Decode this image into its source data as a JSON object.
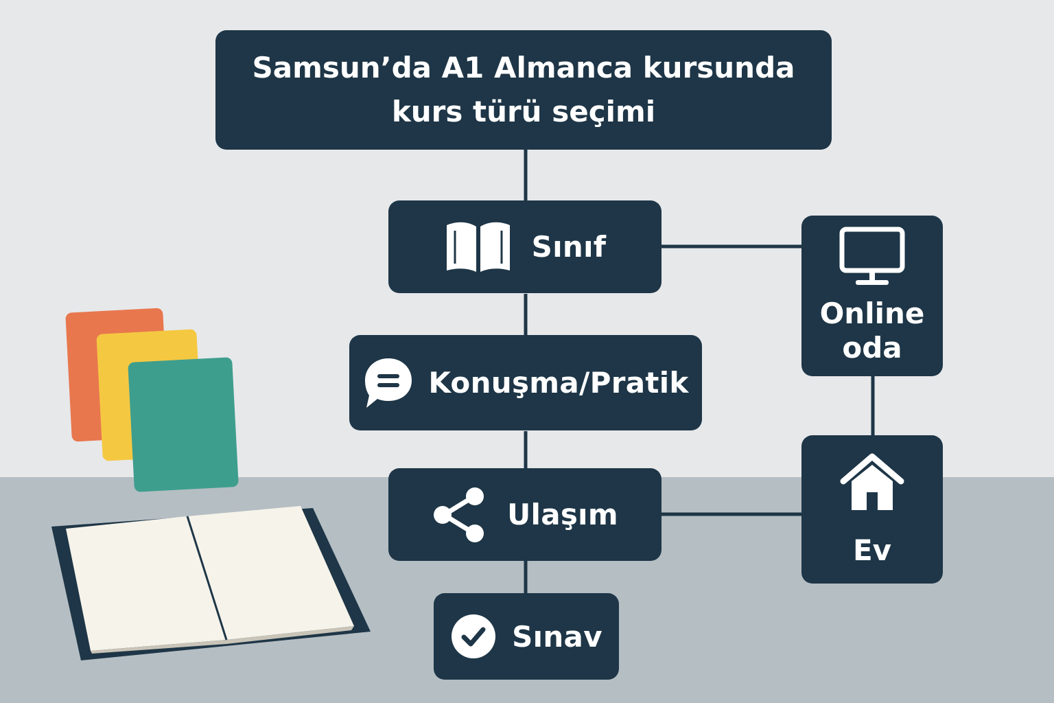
{
  "diagram": {
    "title_lines": [
      "Samsun’da A1 Almanca kursunda",
      "kurs türü seçimi"
    ],
    "nodes": {
      "sinif": {
        "label": "Sınıf",
        "icon": "open-book-icon"
      },
      "konusma": {
        "label": "Konuşma/Pratik",
        "icon": "speech-bubble-icon"
      },
      "ulasim": {
        "label": "Ulaşım",
        "icon": "share-icon"
      },
      "sinav": {
        "label": "Sınav",
        "icon": "check-circle-icon"
      },
      "online": {
        "label_lines": [
          "Online",
          "oda"
        ],
        "icon": "monitor-icon"
      },
      "ev": {
        "label": "Ev",
        "icon": "house-icon"
      }
    }
  },
  "colors": {
    "node_fill": "#1e3647",
    "wall": "#e7e8ea",
    "desk": "#b5bec3",
    "card_orange": "#e8774e",
    "card_yellow": "#f5c842",
    "card_teal": "#3e9e8e",
    "paper": "#f6f3ea"
  }
}
